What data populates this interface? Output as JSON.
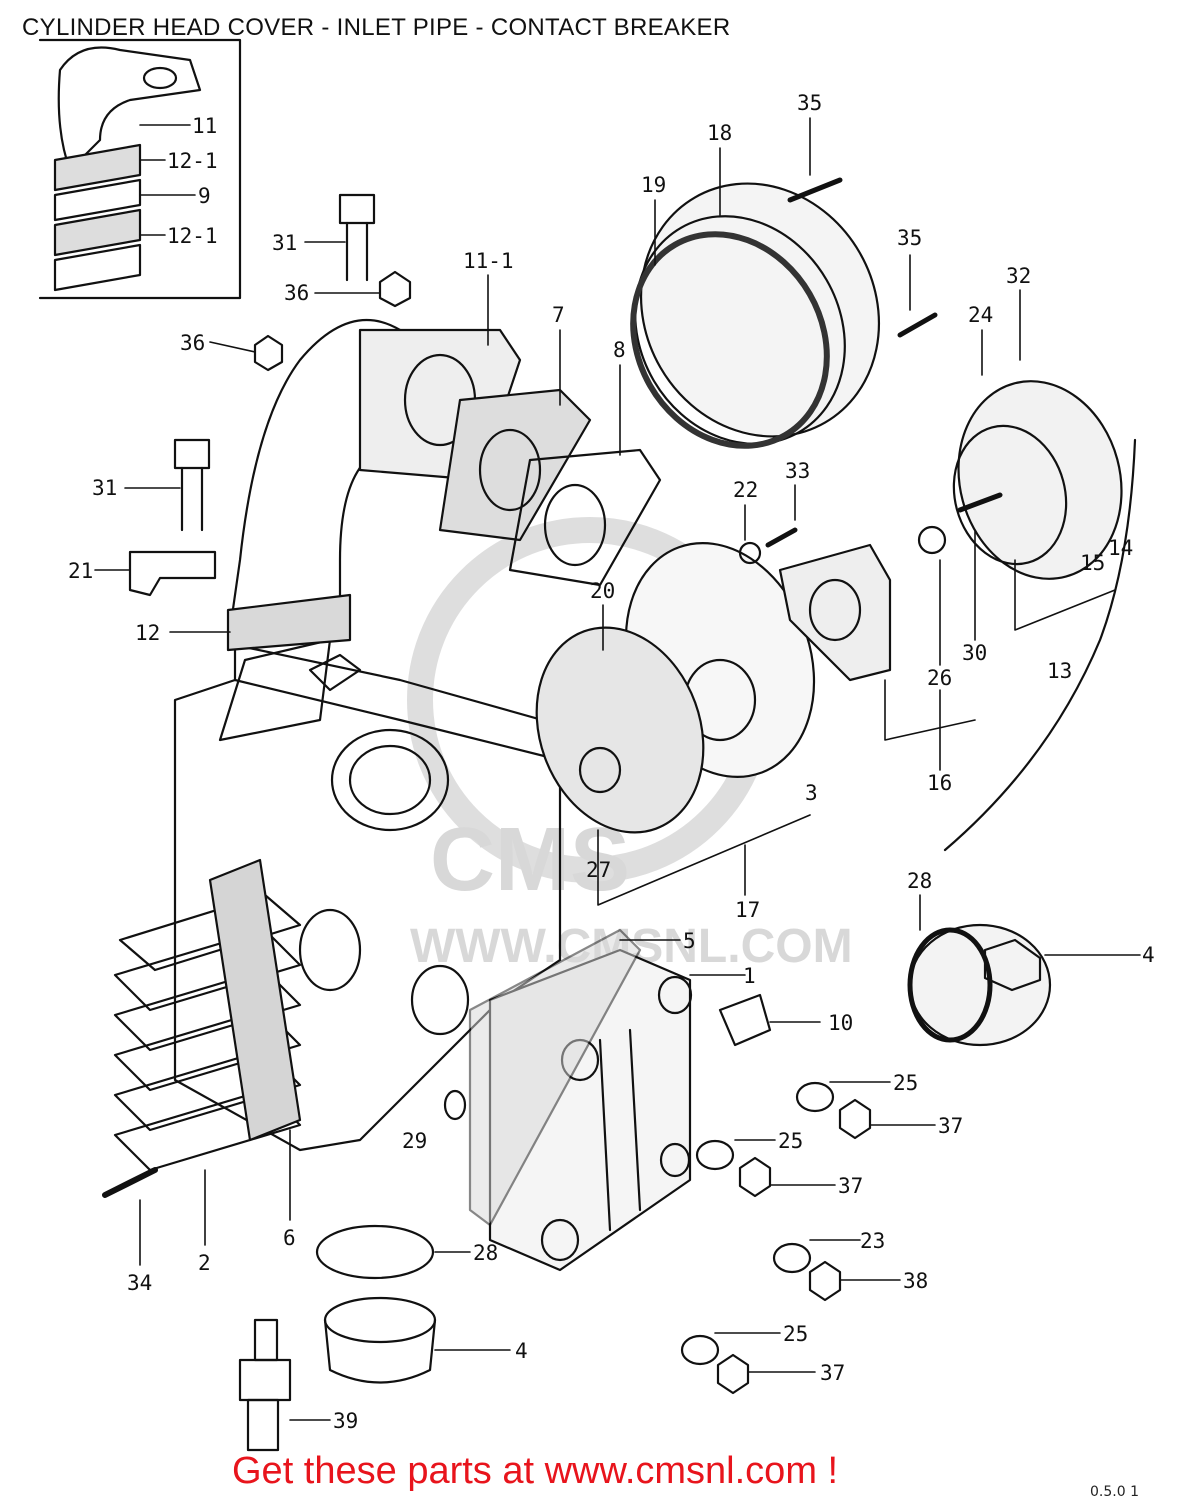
{
  "title": "CYLINDER HEAD COVER - INLET PIPE - CONTACT BREAKER",
  "promo": "Get these parts at www.cmsnl.com !",
  "footer_code": "0.5.0 1",
  "watermark": {
    "logo_text": "CMS",
    "url_text": "WWW.CMSNL.COM"
  },
  "colors": {
    "promo": "#e8141c",
    "line": "#111111",
    "watermark": "#d0d0d0"
  },
  "labels": {
    "l11": "11",
    "l12_1a": "12-1",
    "l9": "9",
    "l12_1b": "12-1",
    "l35a": "35",
    "l18": "18",
    "l19": "19",
    "l35b": "35",
    "l31a": "31",
    "l36a": "36",
    "l11_1": "11-1",
    "l7": "7",
    "l8": "8",
    "l36b": "36",
    "l32": "32",
    "l24": "24",
    "l31b": "31",
    "l33": "33",
    "l22": "22",
    "l21": "21",
    "l20": "20",
    "l12": "12",
    "l15": "15",
    "l14": "14",
    "l30": "30",
    "l13": "13",
    "l26": "26",
    "l16": "16",
    "l3": "3",
    "l27": "27",
    "l17": "17",
    "l28a": "28",
    "l4a": "4",
    "l5": "5",
    "l1": "1",
    "l10": "10",
    "l25a": "25",
    "l37a": "37",
    "l29": "29",
    "l25b": "25",
    "l37b": "37",
    "l34": "34",
    "l2": "2",
    "l6": "6",
    "l28b": "28",
    "l23": "23",
    "l38": "38",
    "l4b": "4",
    "l25c": "25",
    "l37c": "37",
    "l39": "39"
  }
}
